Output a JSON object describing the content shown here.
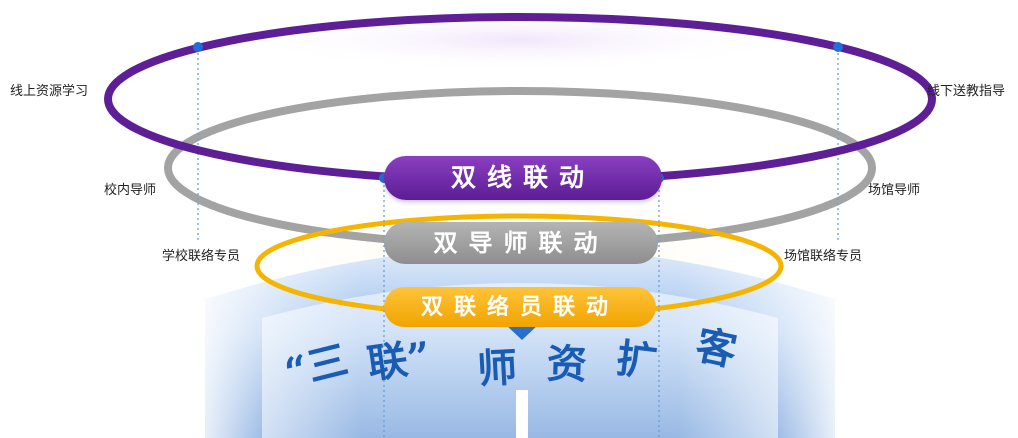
{
  "rings": {
    "outer": {
      "label": "双线联动",
      "left_label": "线上资源学习",
      "right_label": "线下送教指导",
      "color": "#5e1f96"
    },
    "middle": {
      "label": "双导师联动",
      "left_label": "校内导师",
      "right_label": "场馆导师",
      "color": "#9a9a9a"
    },
    "inner": {
      "label": "双联络员联动",
      "left_label": "学校联络专员",
      "right_label": "场馆联络专员",
      "color": "#f5b400"
    }
  },
  "banner": {
    "chars": [
      "“三",
      "联”",
      "师",
      "资",
      "扩",
      "客"
    ],
    "color": "#1a5cb4"
  }
}
